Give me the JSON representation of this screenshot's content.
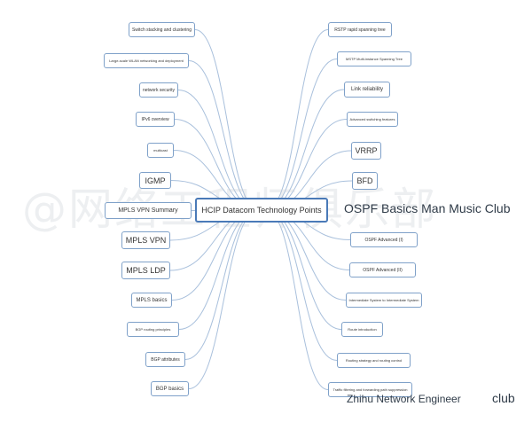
{
  "center": "HCIP Datacom Technology Points",
  "left_nodes": [
    "Switch stacking and clustering",
    "Large-scale WLAN networking and deployment",
    "network security",
    "IPv6 overview",
    "multicast",
    "IGMP",
    "MPLS VPN Summary",
    "MPLS VPN",
    "MPLS LDP",
    "MPLS basics",
    "BGP routing principles",
    "BGP attributes",
    "BGP basics"
  ],
  "right_nodes": [
    "RSTP rapid spanning tree",
    "MSTP Multi-instance Spanning Tree",
    "Link reliability",
    "Advanced switching features",
    "VRRP",
    "BFD",
    "OSPF Advanced (I)",
    "OSPF Advanced (II)",
    "Intermediate System to Intermediate System",
    "Route introduction",
    "Routing strategy and routing control",
    "Traffic filtering and forwarding path suppression"
  ],
  "overlay": {
    "watermark": "@网络工程师俱乐部",
    "banner": "OSPF Basics Man Music Club",
    "footer_left": "Zhihu Network Engineer",
    "footer_right": "club"
  },
  "colors": {
    "line": "#a9c0dc",
    "node_border": "#7fa1c9",
    "center_border": "#4a7ab8"
  }
}
